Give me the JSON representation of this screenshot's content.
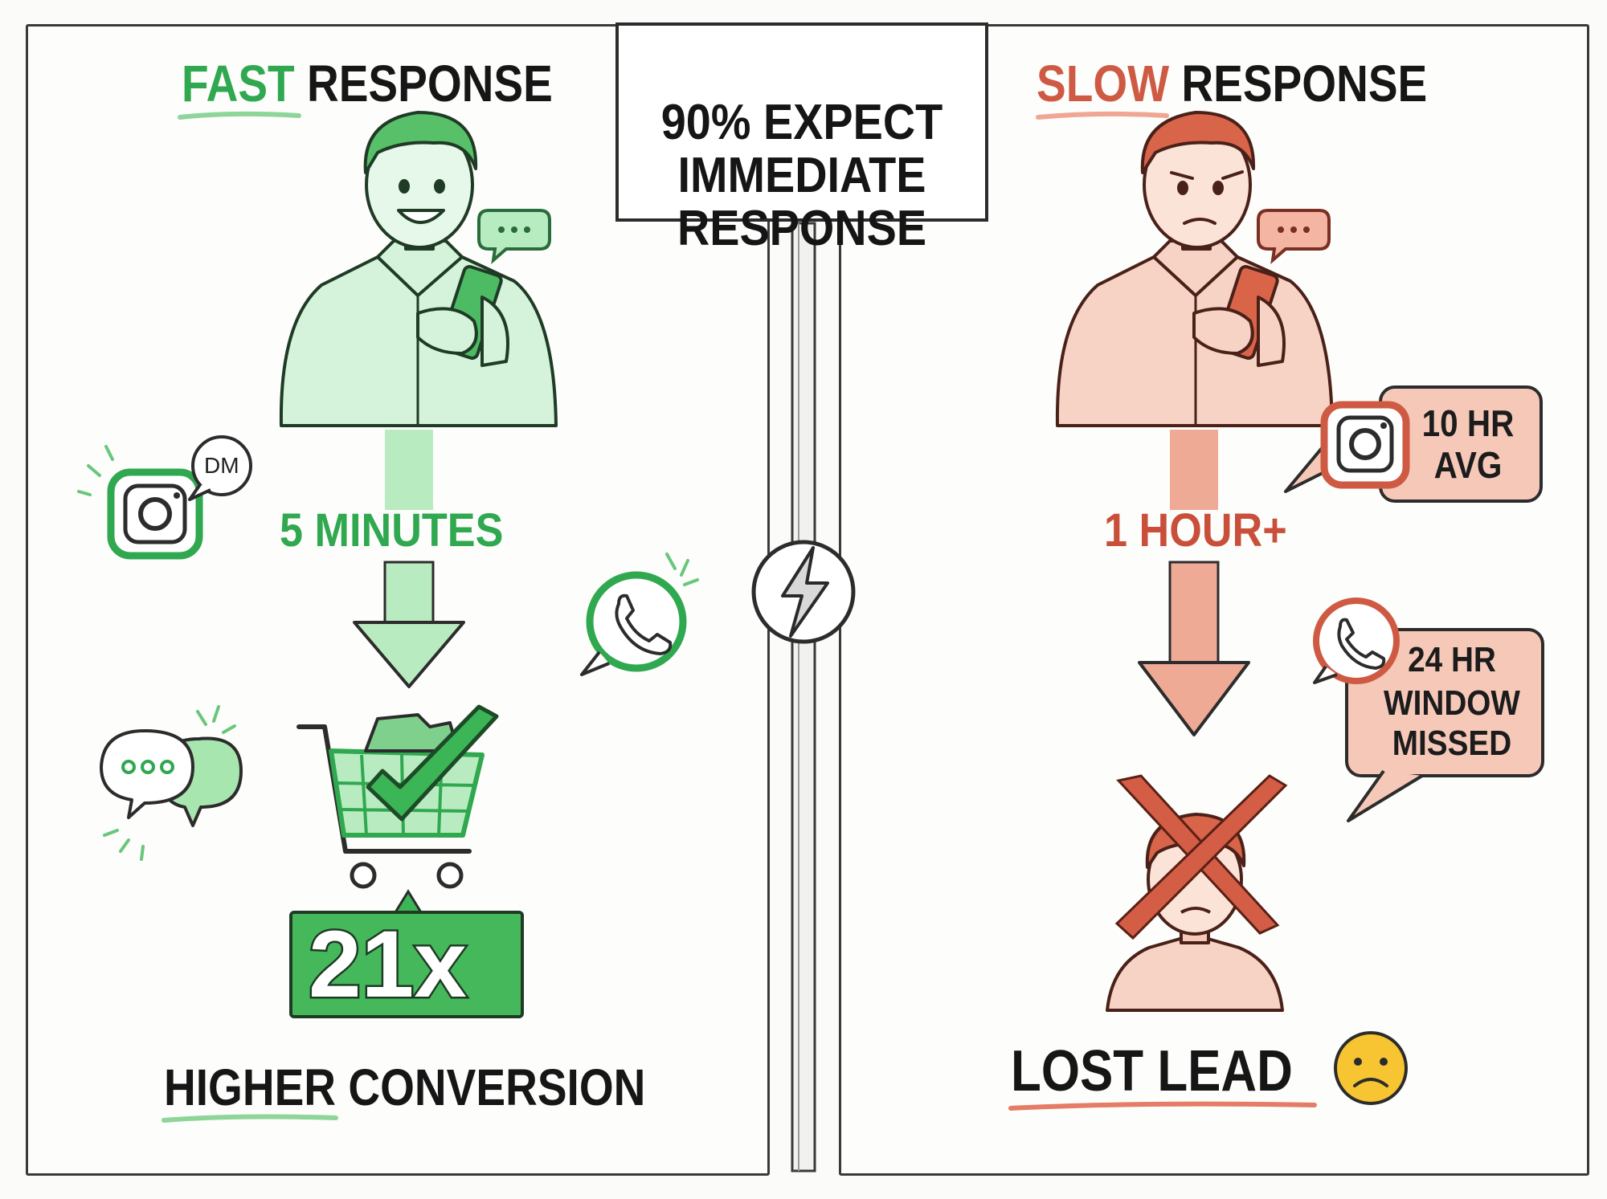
{
  "fast": {
    "title_highlight": "FAST",
    "title_rest": " RESPONSE",
    "time": "5 MINUTES",
    "multiplier": "21x",
    "result_highlight": "HIGHER",
    "result_rest": " CONVERSION",
    "dm_label": "DM"
  },
  "center": {
    "lines": [
      "90% EXPECT",
      "IMMEDIATE",
      "RESPONSE"
    ]
  },
  "slow": {
    "title_highlight": "SLOW",
    "title_rest": " RESPONSE",
    "time": "1 HOUR+",
    "instagram_note": [
      "10 HR",
      "AVG"
    ],
    "whatsapp_note": [
      "24 HR",
      "WINDOW",
      "MISSED"
    ],
    "result": "LOST LEAD"
  },
  "colors": {
    "fast_green": "#2fa84f",
    "fast_light": "#a8e6b0",
    "slow_red": "#cf5a44",
    "slow_light": "#f2b6a4",
    "ink": "#1c1c1c",
    "emoji_yellow": "#f6c531"
  },
  "icons": [
    "smiling-man-icon",
    "chat-bubble-icon",
    "instagram-icon",
    "dm-bubble-icon",
    "whatsapp-icon",
    "chat-bubbles-icon",
    "shopping-cart-icon",
    "check-icon",
    "lightning-icon",
    "frowning-man-icon",
    "red-x-icon",
    "sad-face-icon"
  ]
}
